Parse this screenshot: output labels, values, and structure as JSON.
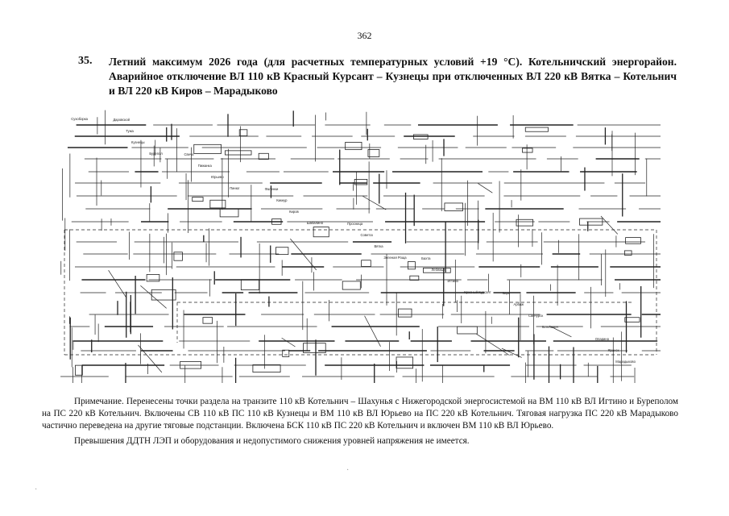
{
  "page": {
    "number": "362"
  },
  "heading": {
    "number": "35.",
    "text": "Летний максимум 2026 года (для расчетных температурных условий +19 °С). Котельничский энергорайон. Аварийное отключение ВЛ 110 кВ Красный Курсант – Кузнецы при отключенных ВЛ 220 кВ Вятка – Котельнич и ВЛ 220 кВ Киров – Марадыково"
  },
  "diagram": {
    "labels": [
      "Сухоборка",
      "Бурепол",
      "Пинюг",
      "Шабалино",
      "Зеленая Роща",
      "Красный Курсант",
      "Котельнич",
      "Марадыково",
      "Кузнецы",
      "Юрьево",
      "Киров",
      "Вятка",
      "Игтино",
      "Санчурск",
      "Яранск",
      "Тужа",
      "Пижанка",
      "Кикнур",
      "Советск",
      "Лебяжье",
      "Арбаж",
      "Опарино",
      "Даровской",
      "Свеча",
      "Фаленки",
      "Просница",
      "Бахта",
      "Кирс"
    ]
  },
  "note": {
    "paragraph1": "Примечание. Перенесены точки раздела на транзите 110 кВ Котельнич – Шахунья с Нижегородской энергосистемой на ВМ 110 кВ ВЛ Игтино и Буреполом на ПС 220 кВ Котельнич. Включены СВ 110 кВ ПС 110 кВ Кузнецы и ВМ 110 кВ ВЛ Юрьево на ПС 220 кВ Котельнич. Тяговая нагрузка ПС 220 кВ Марадыково частично переведена на другие тяговые подстанции. Включена БСК 110 кВ ПС 220 кВ Котельнич и включен ВМ 110 кВ ВЛ Юрьево.",
    "paragraph2": "Превышения ДДТН ЛЭП и оборудования и недопустимого снижения уровней напряжения не имеется."
  },
  "colors": {
    "ink": "#111111",
    "diagram_ink": "#222222"
  }
}
